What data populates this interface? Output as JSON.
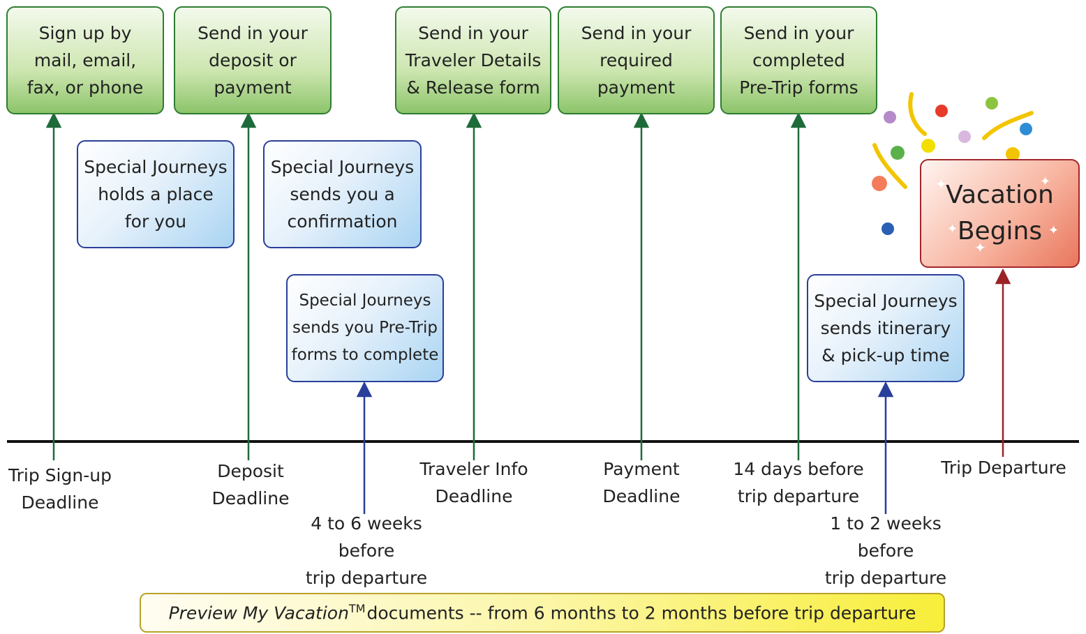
{
  "steps_top": [
    {
      "text": "Sign up by\nmail, email,\nfax, or phone"
    },
    {
      "text": "Send in your\ndeposit or\npayment"
    },
    {
      "text": "Send in your\nTraveler Details\n& Release form"
    },
    {
      "text": "Send in your\nrequired\npayment"
    },
    {
      "text": "Send in your\ncompleted\nPre-Trip forms"
    }
  ],
  "company_actions": [
    {
      "text": "Special Journeys\nholds a place\nfor you"
    },
    {
      "text": "Special Journeys\nsends you a\nconfirmation"
    },
    {
      "text": "Special Journeys\nsends you Pre-Trip\nforms to complete"
    },
    {
      "text": "Special Journeys\nsends itinerary\n& pick-up time"
    }
  ],
  "final": {
    "text": "Vacation\nBegins"
  },
  "timeline_labels": [
    {
      "text": "Trip Sign-up\nDeadline"
    },
    {
      "text": "Deposit\nDeadline"
    },
    {
      "text": "4 to 6 weeks\nbefore\ntrip departure"
    },
    {
      "text": "Traveler Info\nDeadline"
    },
    {
      "text": "Payment\nDeadline"
    },
    {
      "text": "14 days before\ntrip departure"
    },
    {
      "text": "1 to 2 weeks\nbefore\ntrip departure"
    },
    {
      "text": "Trip Departure"
    }
  ],
  "footer": {
    "italic": "Preview My Vacation",
    "tm": "TM",
    "rest": "documents -- from 6 months to 2 months before trip departure"
  },
  "colors": {
    "green_arrow": "#1e6b3a",
    "blue_arrow": "#2a3f9a",
    "red_arrow": "#9b2226",
    "timeline": "#111111"
  }
}
